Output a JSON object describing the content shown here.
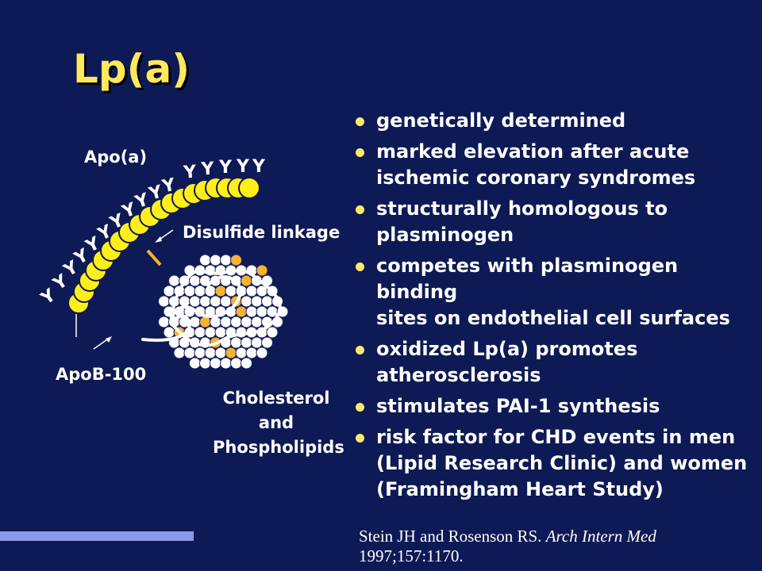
{
  "slide": {
    "title": "Lp(a)",
    "bullets": [
      "genetically determined",
      "marked elevation after acute\nischemic coronary syndromes",
      "structurally homologous to\nplasminogen",
      "competes with plasminogen binding\nsites on endothelial cell surfaces",
      "oxidized Lp(a) promotes\natherosclerosis",
      "stimulates PAI-1 synthesis",
      "risk factor for CHD events in men\n(Lipid Research Clinic) and women\n(Framingham Heart Study)"
    ],
    "citation": {
      "authors": "Stein JH and Rosenson RS.",
      "journal": "Arch Intern Med",
      "details": "1997;157:1170."
    }
  },
  "diagram": {
    "labels": {
      "apo_a": "Apo(a)",
      "disulfide": "Disulfide linkage",
      "apob": "ApoB-100",
      "core": "Cholesterol\nand\nPhospholipids"
    },
    "kringle_glyph": "Y"
  },
  "colors": {
    "background": "#0e1a55",
    "title": "#ffe95a",
    "bead": "#ffee1a",
    "lipid_accent": "#f6b230",
    "bar": "#8a9ae8"
  }
}
